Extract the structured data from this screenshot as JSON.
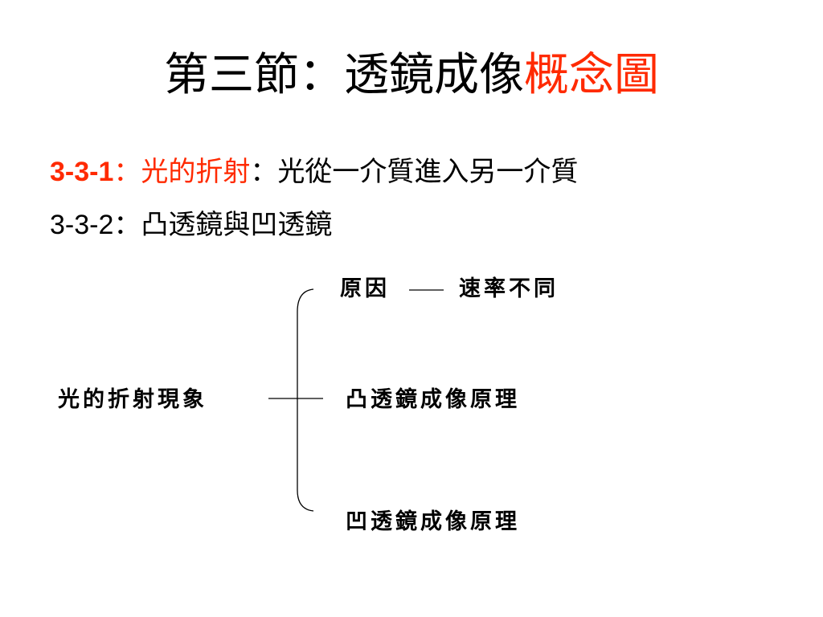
{
  "title": {
    "main": "第三節：透鏡成像",
    "accent": "概念圖"
  },
  "bullets": [
    {
      "number": "3-3-1",
      "sep1": "：",
      "topic": "光的折射",
      "sep2": "：",
      "desc": "光從一介質進入另一介質"
    },
    {
      "number": "3-3-2",
      "sep1": "：",
      "desc": "凸透鏡與凹透鏡"
    }
  ],
  "diagram": {
    "root": "光的折射現象",
    "reason": "原因",
    "reason_detail": "速率不同",
    "convex": "凸透鏡成像原理",
    "concave": "凹透鏡成像原理"
  },
  "colors": {
    "accent": "#ff2a00",
    "text": "#000000",
    "background": "#ffffff"
  }
}
